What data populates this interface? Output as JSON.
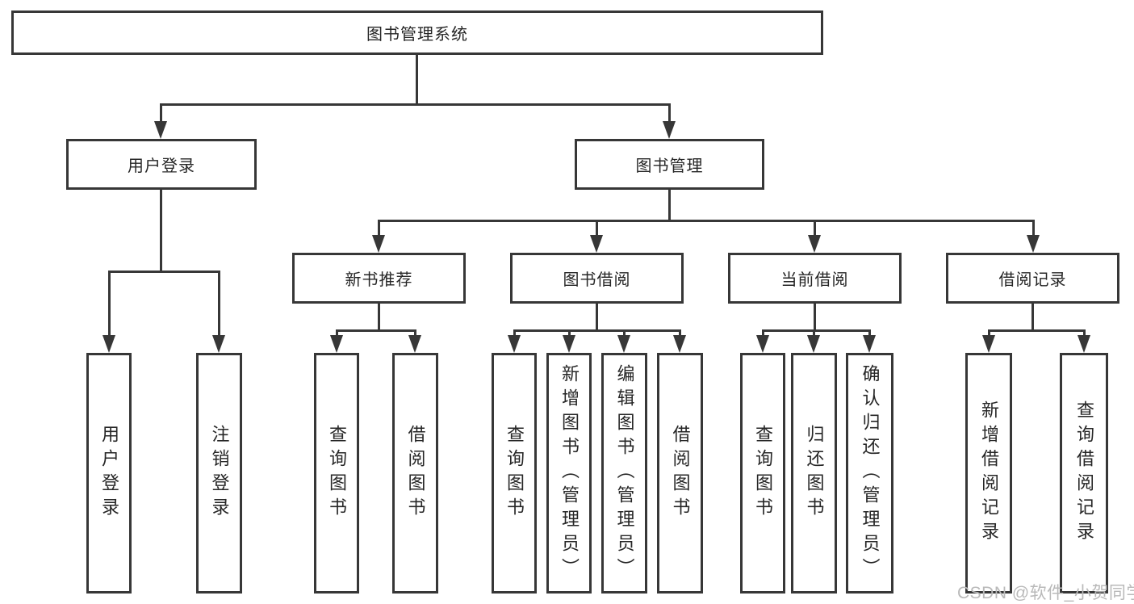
{
  "tree": {
    "root": "图书管理系统",
    "branches": [
      {
        "label": "用户登录",
        "children": [
          "用户登录",
          "注销登录"
        ]
      },
      {
        "label": "图书管理",
        "groups": [
          {
            "label": "新书推荐",
            "children": [
              "查询图书",
              "借阅图书"
            ]
          },
          {
            "label": "图书借阅",
            "children": [
              "查询图书",
              "新增图书（管理员）",
              "编辑图书（管理员）",
              "借阅图书"
            ]
          },
          {
            "label": "当前借阅",
            "children": [
              "查询图书",
              "归还图书",
              "确认归还（管理员）"
            ]
          },
          {
            "label": "借阅记录",
            "children": [
              "新增借阅记录",
              "查询借阅记录"
            ]
          }
        ]
      }
    ]
  },
  "watermark": "CSDN @软件_小贺同学",
  "colors": {
    "line": "#373737",
    "text": "#262626",
    "watermark": "#b9b9b9",
    "background": "#ffffff"
  }
}
